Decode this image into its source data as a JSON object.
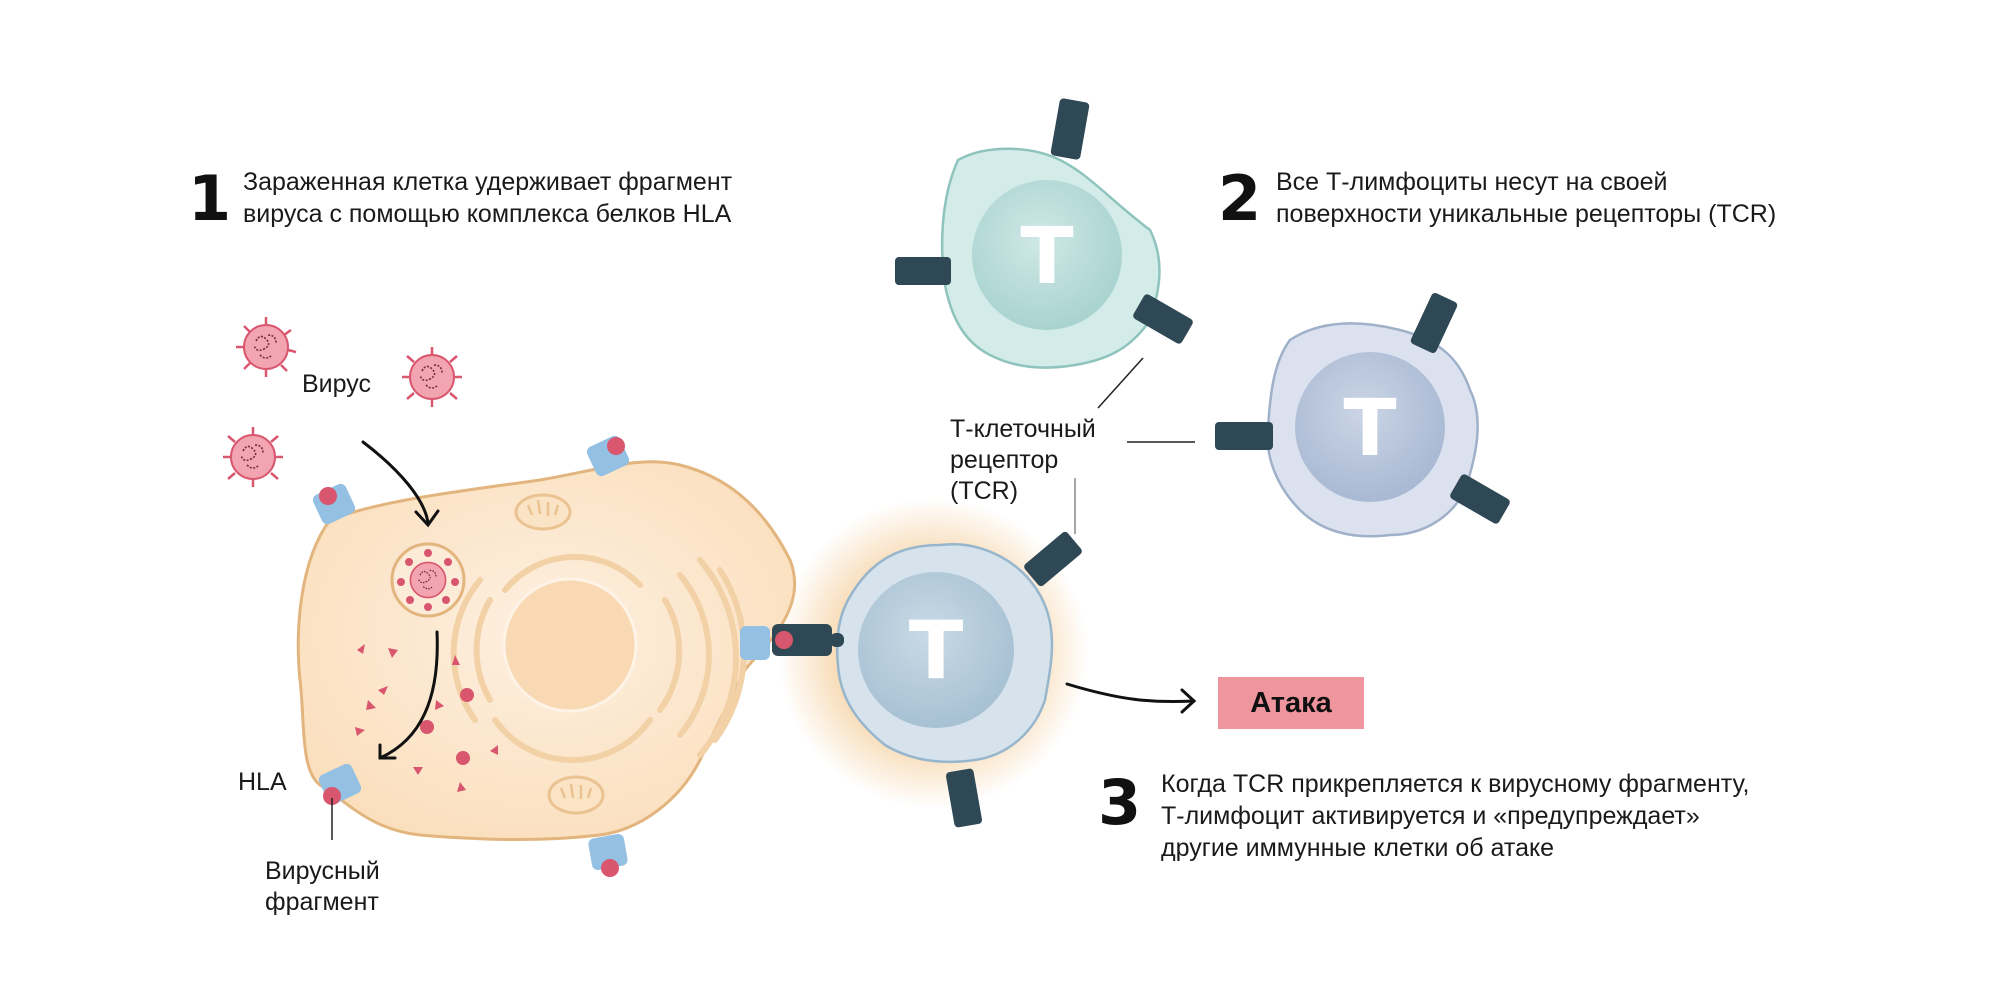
{
  "steps": [
    {
      "number": "1",
      "text": "Зараженная клетка удерживает фрагмент\nвируса с помощью комплекса белков HLA"
    },
    {
      "number": "2",
      "text": "Все Т-лимфоциты несут на своей\nповерхности уникальные рецепторы (TCR)"
    },
    {
      "number": "3",
      "text": "Когда TCR прикрепляется к вирусному фрагменту,\nТ-лимфоцит активируется и «предупреждает»\nдругие иммунные клетки об атаке"
    }
  ],
  "labels": {
    "virus": "Вирус",
    "hla": "HLA",
    "viral_fragment": "Вирусный\nфрагмент",
    "tcr": "Т-клеточный\nрецептор\n(TCR)",
    "attack": "Атака",
    "t_cell_letter": "T"
  },
  "colors": {
    "infected_cell": "#fbe3c6",
    "infected_cell_border": "#e3b57e",
    "hla_protein": "#93c0e3",
    "viral_fragment": "#d9566f",
    "virus": "#e97f8f",
    "receptor": "#2f4855",
    "t_cell_teal": "#d3ecea",
    "t_cell_blue": "#d6e2ec",
    "t_cell_lavender": "#dbe1ee",
    "attack_badge": "#ef959d",
    "glow": "#f6d3a5"
  }
}
